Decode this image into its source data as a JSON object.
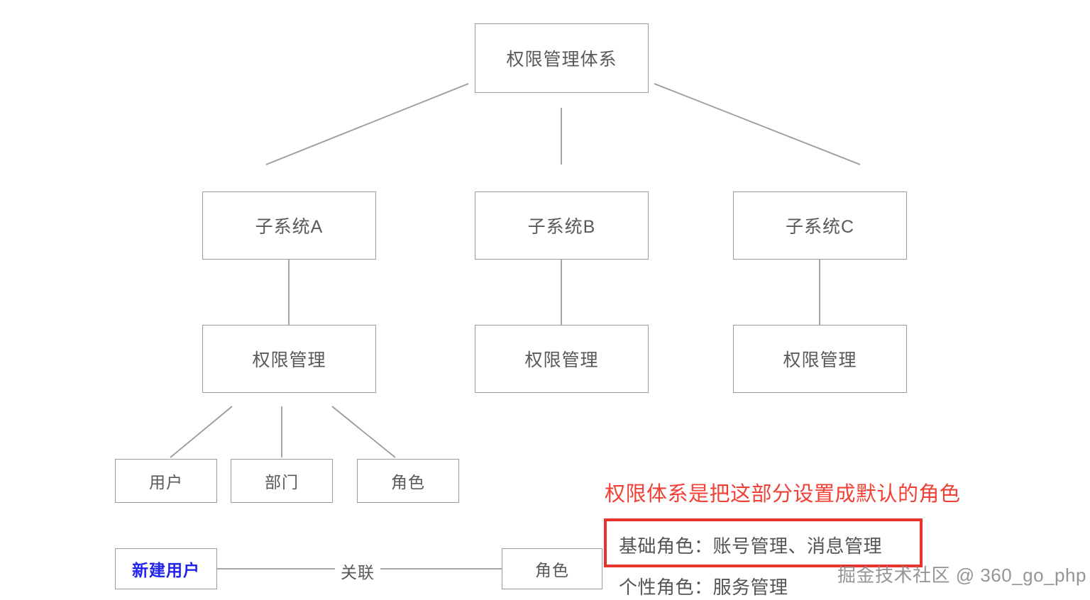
{
  "diagram": {
    "title_node": {
      "label": "权限管理体系"
    },
    "subsystems": [
      {
        "label": "子系统A"
      },
      {
        "label": "子系统B"
      },
      {
        "label": "子系统C"
      }
    ],
    "permission_nodes": [
      {
        "label": "权限管理"
      },
      {
        "label": "权限管理"
      },
      {
        "label": "权限管理"
      }
    ],
    "leaf_nodes": [
      {
        "label": "用户"
      },
      {
        "label": "部门"
      },
      {
        "label": "角色"
      }
    ],
    "relation_row": {
      "source": {
        "label": "新建用户"
      },
      "edge_label": "关联",
      "target": {
        "label": "角色"
      }
    },
    "annotation": {
      "red_note": "权限体系是把这部分设置成默认的角色",
      "highlighted_role": "基础角色：账号管理、消息管理",
      "secondary_role": "个性角色：服务管理"
    },
    "watermark": "掘金技术社区 @ 360_go_php",
    "colors": {
      "box_border": "#9b9b9b",
      "box_text": "#595959",
      "accent_red": "#e8332a",
      "note_red": "#ef4136",
      "blue_text": "#2222ee",
      "watermark_gray": "#8d8d8d",
      "background": "#ffffff"
    }
  }
}
